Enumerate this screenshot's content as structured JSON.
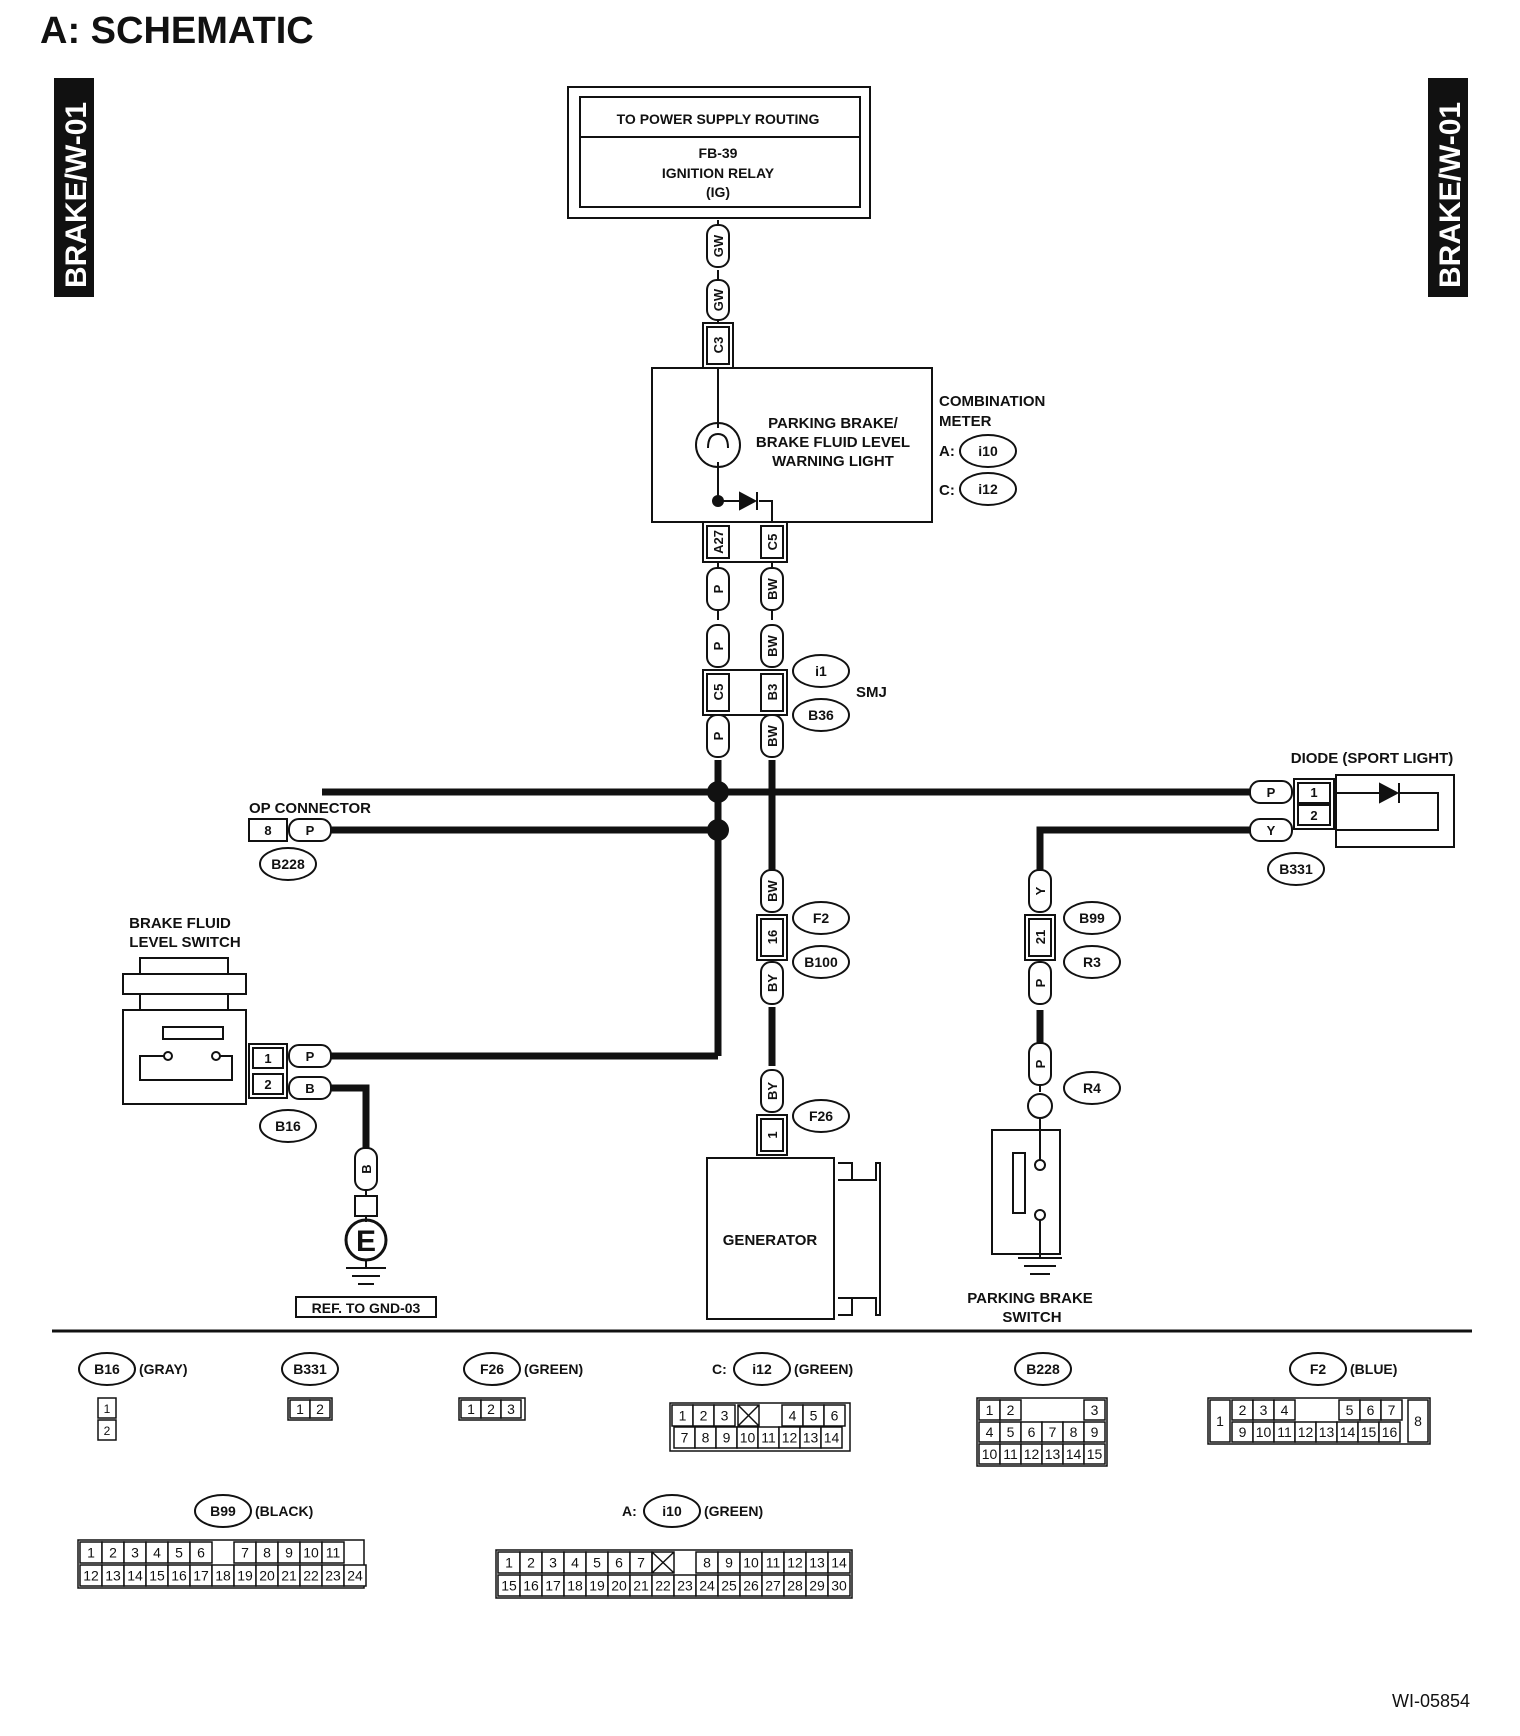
{
  "title": "A:  SCHEMATIC",
  "side_tab_left": "BRAKE/W-01",
  "side_tab_right": "BRAKE/W-01",
  "figure_id": "WI-05854",
  "power_box": {
    "header": "TO POWER SUPPLY ROUTING",
    "line1": "FB-39",
    "line2": "IGNITION RELAY",
    "line3": "(IG)"
  },
  "combination_meter": {
    "title_line1": "COMBINATION",
    "title_line2": "METER",
    "connector_a_prefix": "A:",
    "connector_a": "i10",
    "connector_c_prefix": "C:",
    "connector_c": "i12",
    "lamp_line1": "PARKING BRAKE/",
    "lamp_line2": "BRAKE FLUID LEVEL",
    "lamp_line3": "WARNING LIGHT"
  },
  "wires": {
    "gw_top": "GW",
    "gw_bottom": "GW",
    "c3": "C3",
    "a27": "A27",
    "c5_meter": "C5",
    "p_a": "P",
    "bw_a": "BW",
    "p_b": "P",
    "bw_b": "BW",
    "c5_smj": "C5",
    "b3_smj": "B3",
    "p_c": "P",
    "bw_c": "BW"
  },
  "smj": {
    "label": "SMJ",
    "conn_top": "i1",
    "conn_bottom": "B36"
  },
  "op_connector": {
    "label": "OP CONNECTOR",
    "pin": "8",
    "wire": "P",
    "id": "B228"
  },
  "diode": {
    "label": "DIODE (SPORT LIGHT)",
    "pin1": "1",
    "pin2": "2",
    "wire1": "P",
    "wire2": "Y",
    "id": "B331"
  },
  "brake_fluid_switch": {
    "line1": "BRAKE FLUID",
    "line2": "LEVEL SWITCH",
    "pin1": "1",
    "pin2": "2",
    "wire1": "P",
    "wire2": "B",
    "id": "B16"
  },
  "ground": {
    "wire": "B",
    "symbol": "E",
    "ref": "REF. TO GND-03"
  },
  "generator": {
    "label": "GENERATOR",
    "wire_bw": "BW",
    "pin16": "16",
    "wire_by_top": "BY",
    "wire_by_bottom": "BY",
    "pin1": "1",
    "conn_f2": "F2",
    "conn_b100": "B100",
    "conn_f26": "F26"
  },
  "parking_switch": {
    "line1": "PARKING BRAKE",
    "line2": "SWITCH",
    "wire_y": "Y",
    "pin21": "21",
    "wire_p_top": "P",
    "wire_p_bottom": "P",
    "conn_b99": "B99",
    "conn_r3": "R3",
    "conn_r4": "R4"
  },
  "legend": {
    "b16": {
      "id": "B16",
      "color": "(GRAY)",
      "pins": [
        "1",
        "2"
      ]
    },
    "b331": {
      "id": "B331",
      "pins": [
        "1",
        "2"
      ]
    },
    "f26": {
      "id": "F26",
      "color": "(GREEN)",
      "pins": [
        "1",
        "2",
        "3"
      ]
    },
    "i12": {
      "prefix": "C:",
      "id": "i12",
      "color": "(GREEN)",
      "row1": [
        "1",
        "2",
        "3",
        "4",
        "5",
        "6"
      ],
      "row2": [
        "7",
        "8",
        "9",
        "10",
        "11",
        "12",
        "13",
        "14"
      ]
    },
    "b228": {
      "id": "B228",
      "row1": [
        "1",
        "2",
        "3"
      ],
      "row2": [
        "4",
        "5",
        "6",
        "7",
        "8",
        "9"
      ],
      "row3": [
        "10",
        "11",
        "12",
        "13",
        "14",
        "15"
      ]
    },
    "f2": {
      "id": "F2",
      "color": "(BLUE)",
      "left": "1",
      "right": "8",
      "row1": [
        "2",
        "3",
        "4",
        "5",
        "6",
        "7"
      ],
      "row2": [
        "9",
        "10",
        "11",
        "12",
        "13",
        "14",
        "15",
        "16"
      ]
    },
    "b99": {
      "id": "B99",
      "color": "(BLACK)",
      "row1": [
        "1",
        "2",
        "3",
        "4",
        "5",
        "6",
        "7",
        "8",
        "9",
        "10",
        "11"
      ],
      "row2": [
        "12",
        "13",
        "14",
        "15",
        "16",
        "17",
        "18",
        "19",
        "20",
        "21",
        "22",
        "23",
        "24"
      ]
    },
    "i10": {
      "prefix": "A:",
      "id": "i10",
      "color": "(GREEN)",
      "row1": [
        "1",
        "2",
        "3",
        "4",
        "5",
        "6",
        "7",
        "8",
        "9",
        "10",
        "11",
        "12",
        "13",
        "14"
      ],
      "row2": [
        "15",
        "16",
        "17",
        "18",
        "19",
        "20",
        "21",
        "22",
        "23",
        "24",
        "25",
        "26",
        "27",
        "28",
        "29",
        "30"
      ]
    }
  }
}
